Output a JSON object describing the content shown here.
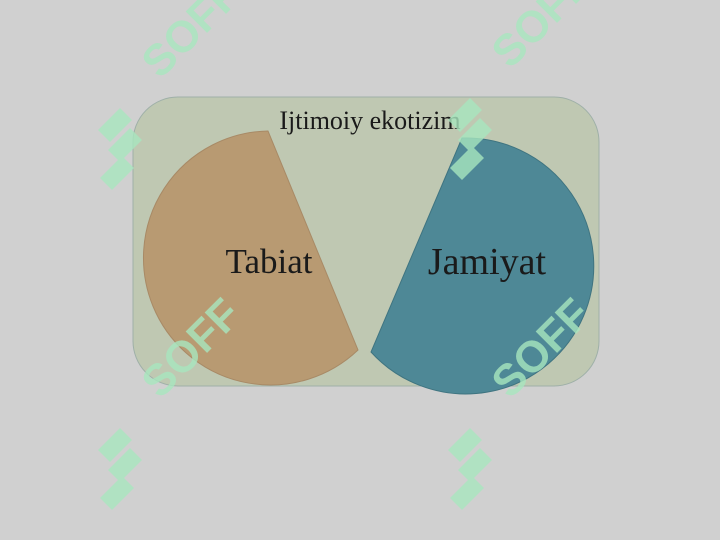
{
  "diagram": {
    "container_label": "Ijtimoiy ekotizim",
    "left_label": "Tabiat",
    "right_label": "Jamiyat"
  },
  "watermark": {
    "text": "SOFF"
  },
  "colors": {
    "background": "#d0d0d0",
    "container_fill": "#bfc8b2",
    "left_shape_fill": "#b89a72",
    "right_shape_fill": "#4e8896",
    "watermark": "#a8e6bf"
  }
}
